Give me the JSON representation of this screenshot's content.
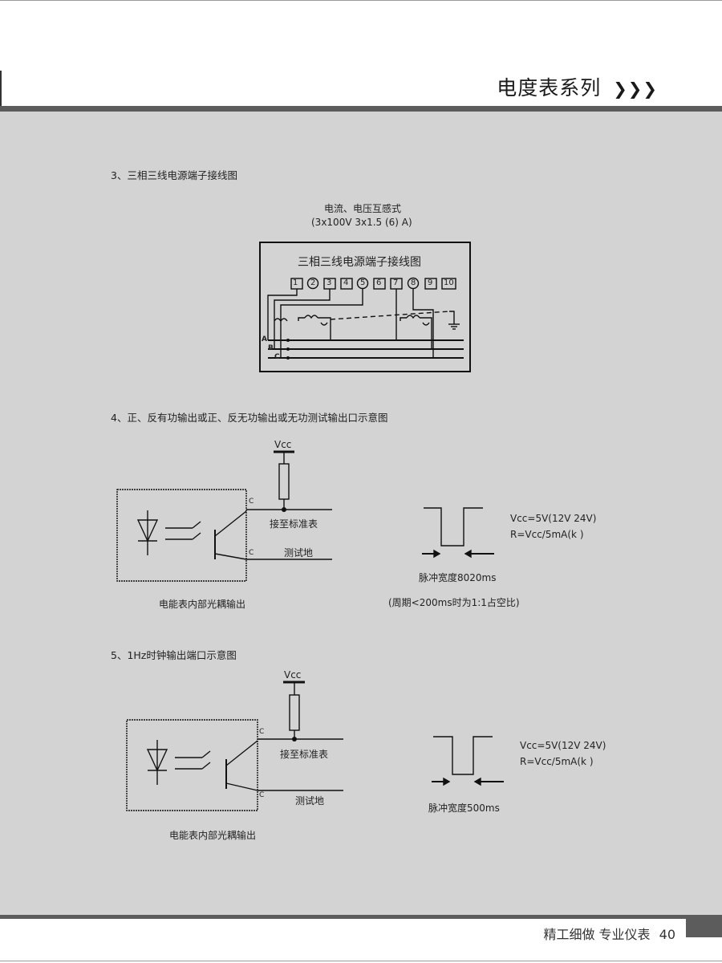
{
  "header": {
    "title": "电度表系列",
    "chevrons": "❯❯❯"
  },
  "footer": {
    "slogan": "精工细做 专业仪表",
    "page_number": "40"
  },
  "section3": {
    "heading": "3、三相三线电源端子接线图",
    "subtitle_line1": "电流、电压互感式",
    "subtitle_line2": "(3x100V 3x1.5 (6) A)",
    "box_title": "三相三线电源端子接线图",
    "terminals": [
      "1",
      "2",
      "3",
      "4",
      "5",
      "6",
      "7",
      "8",
      "9",
      "10"
    ],
    "phase_labels": [
      "A",
      "B",
      "C"
    ]
  },
  "section4": {
    "heading": "4、正、反有功输出或正、反无功输出或无功测试输出口示意图",
    "vcc": "Vcc",
    "terminal_c_top": "C",
    "terminal_c_bottom": "C",
    "to_standard": "接至标准表",
    "test_ground": "测试地",
    "internal_output": "电能表内部光耦输出",
    "spec_line1": "Vcc=5V(12V 24V)",
    "spec_line2": "R=Vcc/5mA(k )",
    "pulse_width": "脉冲宽度8020ms",
    "period_note": "(周期<200ms时为1:1占空比)"
  },
  "section5": {
    "heading": "5、1Hz时钟输出端口示意图",
    "vcc": "Vcc",
    "terminal_c_top": "C",
    "terminal_c_bottom": "C",
    "to_standard": "接至标准表",
    "test_ground": "测试地",
    "internal_output": "电能表内部光耦输出",
    "spec_line1": "Vcc=5V(12V 24V)",
    "spec_line2": "R=Vcc/5mA(k )",
    "pulse_width": "脉冲宽度500ms"
  }
}
